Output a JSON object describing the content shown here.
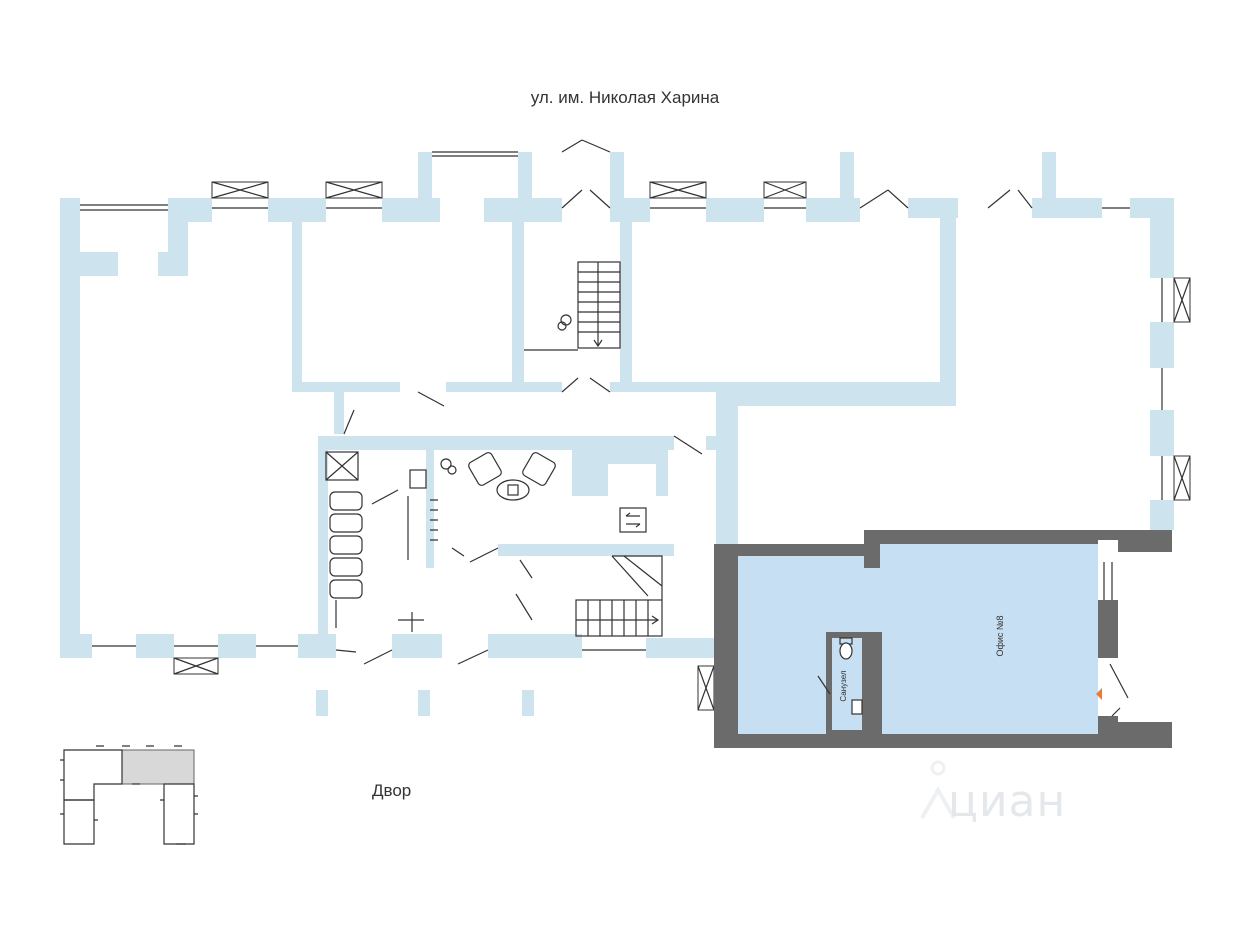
{
  "labels": {
    "street": "ул. им. Николая Харина",
    "yard": "Двор",
    "office": "Офис №8",
    "bathroom": "Санузел"
  },
  "watermark": {
    "text": "циан"
  },
  "colors": {
    "wall": "#cde3ee",
    "office_fill": "#c6dff2",
    "office_wall": "#6b6b6b",
    "entrance_marker": "#f07a2a",
    "keyplan_highlight": "#d8d8d8"
  },
  "icons": [
    "entrance-arrow-icon",
    "stair-icon",
    "toilet-icon",
    "sink-icon",
    "plant-icon",
    "armchair-icon",
    "fire-exit-icon"
  ]
}
